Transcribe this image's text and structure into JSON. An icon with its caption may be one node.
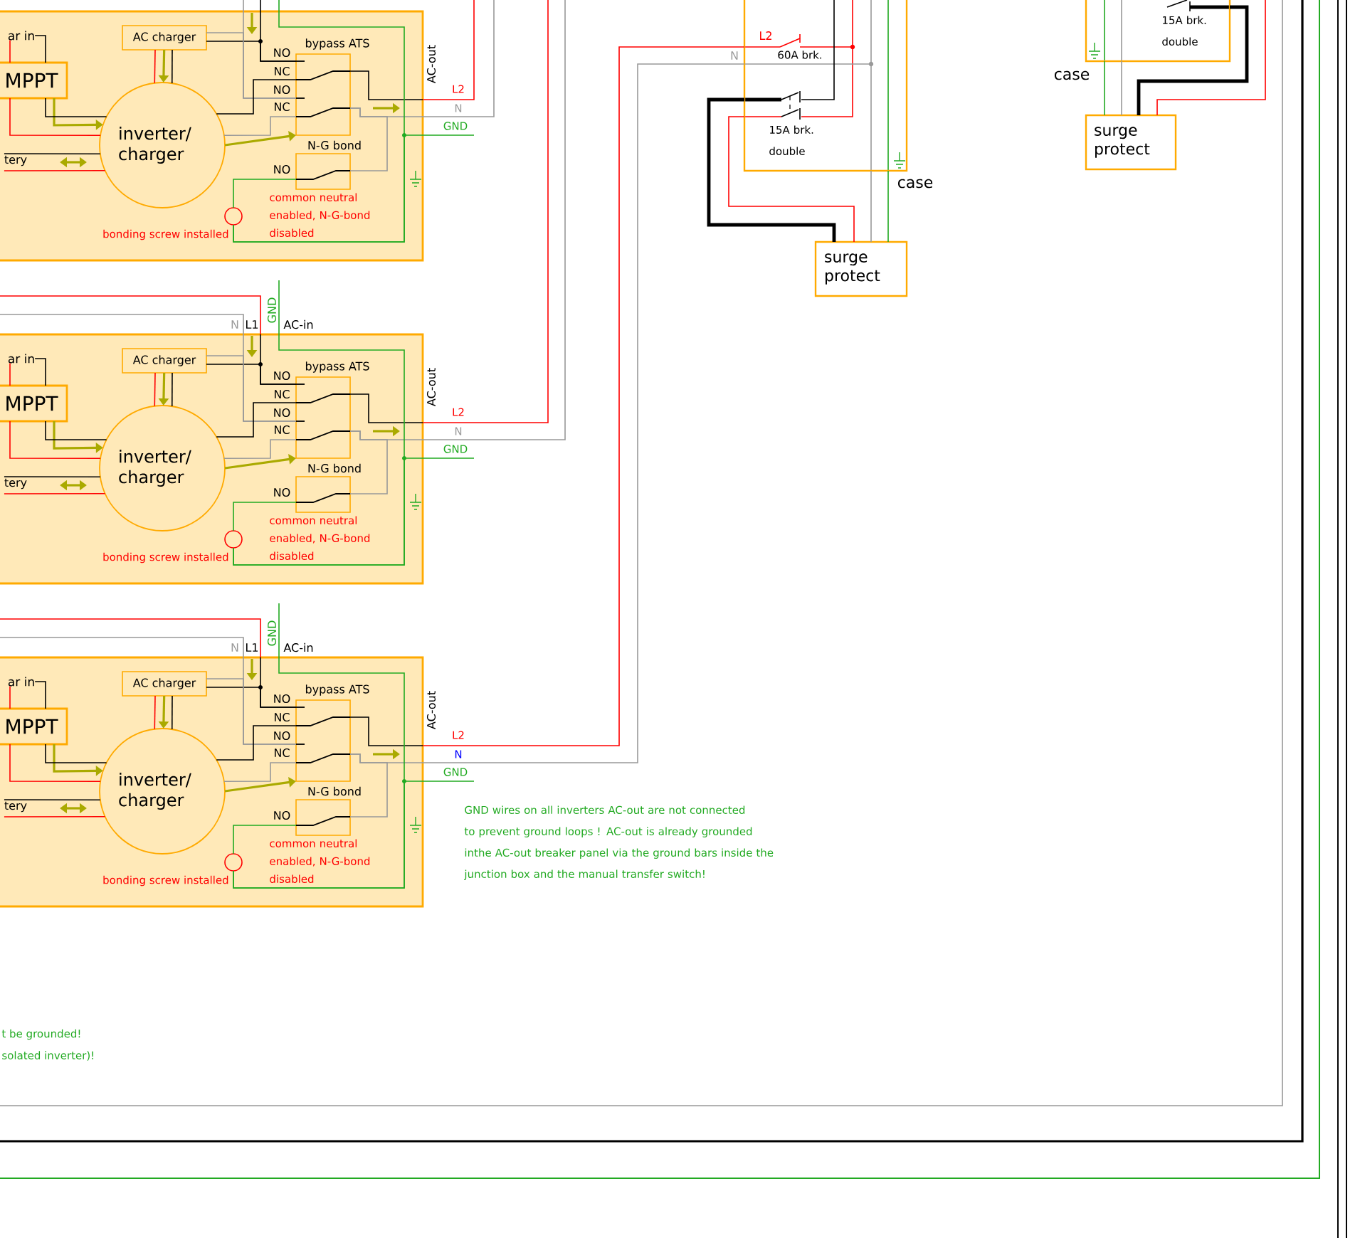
{
  "diagram": {
    "nodes": [
      {
        "text": [],
        "shape": "box"
      },
      {
        "text": [
          "ar in"
        ],
        "in": 0
      },
      {
        "text": [
          "MPPT"
        ],
        "in": 0
      },
      {
        "text": [
          "AC charger"
        ],
        "in": 0
      },
      {
        "text": [
          "inverter/ charger"
        ],
        "in": 0
      },
      {
        "text": [
          "bypass ATS"
        ],
        "in": 0
      },
      {
        "text": [
          "N-G bond"
        ],
        "in": 0
      },
      {
        "text": [],
        "shape": "circle",
        "beside": [
          "bonding screw installed"
        ],
        "in": 0
      },
      {
        "text": [],
        "shape": "box"
      },
      {
        "text": [
          "ar in"
        ],
        "in": 8
      },
      {
        "text": [
          "MPPT"
        ],
        "in": 8
      },
      {
        "text": [
          "AC charger"
        ],
        "in": 8
      },
      {
        "text": [
          "inverter/ charger"
        ],
        "in": 8
      },
      {
        "text": [
          "bypass ATS"
        ],
        "in": 8
      },
      {
        "text": [
          "N-G bond"
        ],
        "in": 8
      },
      {
        "text": [],
        "shape": "circle",
        "beside": [
          "bonding screw installed"
        ],
        "in": 8
      },
      {
        "text": [],
        "shape": "box"
      },
      {
        "text": [
          "ar in"
        ],
        "in": 16
      },
      {
        "text": [
          "MPPT"
        ],
        "in": 16
      },
      {
        "text": [
          "AC charger"
        ],
        "in": 16
      },
      {
        "text": [
          "inverter/ charger"
        ],
        "in": 16
      },
      {
        "text": [
          "bypass ATS"
        ],
        "in": 16
      },
      {
        "text": [
          "N-G bond"
        ],
        "in": 16
      },
      {
        "text": [],
        "shape": "circle",
        "beside": [
          "bonding screw installed"
        ],
        "in": 16
      },
      {
        "text": [],
        "shape": "box"
      },
      {
        "text": [
          "surge protect"
        ]
      },
      {
        "text": [],
        "shape": "box"
      },
      {
        "text": [
          "surge protect"
        ]
      },
      {
        "text": [
          "tery"
        ],
        "in": 0
      },
      {
        "text": [
          "tery"
        ],
        "in": 8
      },
      {
        "text": [
          "tery"
        ],
        "in": 16
      }
    ],
    "edges": [
      {
        "from": 2,
        "to": 4,
        "arrow": "to",
        "color": "#aaaa00"
      },
      {
        "from": 3,
        "to": 4,
        "arrow": "to",
        "color": "#aaaa00"
      },
      {
        "from": 4,
        "to": 5,
        "arrow": "to",
        "color": "#aaaa00"
      },
      {
        "from": 5,
        "to": 0,
        "arrow": "none",
        "color": "#000000"
      },
      {
        "from": 5,
        "to": 0,
        "arrow": "none",
        "color": "#999999"
      },
      {
        "from": 0,
        "to": null,
        "arrow": "none",
        "label": "L2",
        "color": "#ff0000"
      },
      {
        "from": 0,
        "to": null,
        "arrow": "none",
        "label": "N",
        "color": "#999999"
      },
      {
        "from": 7,
        "to": null,
        "arrow": "none",
        "label": "GND",
        "color": "#22aa22"
      },
      {
        "from": 5,
        "to": 6,
        "arrow": "none",
        "color": "#999999"
      },
      {
        "from": 7,
        "to": 6,
        "arrow": "none",
        "color": "#22aa22"
      },
      {
        "from": null,
        "to": 7,
        "arrow": "none",
        "color": "#22aa22"
      },
      {
        "from": null,
        "to": 0,
        "arrow": "none",
        "color": "#000000"
      },
      {
        "from": null,
        "to": 0,
        "arrow": "none",
        "color": "#999999"
      },
      {
        "from": 0,
        "to": 5,
        "arrow": "none",
        "color": "#000000"
      },
      {
        "from": 0,
        "to": 5,
        "arrow": "none",
        "color": "#999999"
      },
      {
        "from": 3,
        "to": 5,
        "arrow": "none",
        "color": "#000000"
      },
      {
        "from": 3,
        "to": 5,
        "arrow": "none",
        "color": "#999999"
      },
      {
        "from": 3,
        "to": 4,
        "arrow": "none",
        "color": "#ff0000"
      },
      {
        "from": 3,
        "to": 4,
        "arrow": "none",
        "color": "#000000"
      },
      {
        "from": 4,
        "to": 5,
        "arrow": "none",
        "color": "#000000"
      },
      {
        "from": 4,
        "to": 5,
        "arrow": "none",
        "color": "#999999"
      },
      {
        "from": 1,
        "to": 2,
        "arrow": "none",
        "color": "#000000"
      },
      {
        "from": 1,
        "to": 2,
        "arrow": "none",
        "color": "#ff0000"
      },
      {
        "from": 2,
        "to": 4,
        "arrow": "none",
        "color": "#000000"
      },
      {
        "from": 2,
        "to": 4,
        "arrow": "none",
        "color": "#ff0000"
      },
      {
        "from": 28,
        "to": 4,
        "arrow": "none",
        "color": "#000000"
      },
      {
        "from": 28,
        "to": 4,
        "arrow": "none",
        "color": "#ff0000"
      },
      {
        "from": 10,
        "to": 12,
        "arrow": "to",
        "color": "#aaaa00"
      },
      {
        "from": 11,
        "to": 12,
        "arrow": "to",
        "color": "#aaaa00"
      },
      {
        "from": 12,
        "to": 13,
        "arrow": "to",
        "color": "#aaaa00"
      },
      {
        "from": 13,
        "to": 8,
        "arrow": "none",
        "color": "#000000"
      },
      {
        "from": 13,
        "to": 8,
        "arrow": "none",
        "color": "#999999"
      },
      {
        "from": 8,
        "to": null,
        "arrow": "none",
        "label": "L2",
        "color": "#ff0000"
      },
      {
        "from": 8,
        "to": null,
        "arrow": "none",
        "label": "N",
        "color": "#999999"
      },
      {
        "from": 15,
        "to": null,
        "arrow": "none",
        "label": "GND",
        "color": "#22aa22"
      },
      {
        "from": 13,
        "to": 14,
        "arrow": "none",
        "color": "#999999"
      },
      {
        "from": 15,
        "to": 14,
        "arrow": "none",
        "color": "#22aa22"
      },
      {
        "from": null,
        "to": 15,
        "arrow": "none",
        "color": "#22aa22"
      },
      {
        "from": null,
        "to": 8,
        "arrow": "none",
        "color": "#ff0000"
      },
      {
        "from": null,
        "to": 8,
        "arrow": "none",
        "color": "#999999"
      },
      {
        "from": 8,
        "to": 13,
        "arrow": "none",
        "color": "#000000"
      },
      {
        "from": 8,
        "to": 13,
        "arrow": "none",
        "color": "#999999"
      },
      {
        "from": 11,
        "to": 13,
        "arrow": "none",
        "color": "#000000"
      },
      {
        "from": 11,
        "to": 13,
        "arrow": "none",
        "color": "#999999"
      },
      {
        "from": 11,
        "to": 12,
        "arrow": "none",
        "color": "#ff0000"
      },
      {
        "from": 11,
        "to": 12,
        "arrow": "none",
        "color": "#000000"
      },
      {
        "from": 12,
        "to": 13,
        "arrow": "none",
        "color": "#000000"
      },
      {
        "from": 12,
        "to": 13,
        "arrow": "none",
        "color": "#999999"
      },
      {
        "from": 9,
        "to": 10,
        "arrow": "none",
        "color": "#000000"
      },
      {
        "from": 9,
        "to": 10,
        "arrow": "none",
        "color": "#ff0000"
      },
      {
        "from": 10,
        "to": 12,
        "arrow": "none",
        "color": "#000000"
      },
      {
        "from": 10,
        "to": 12,
        "arrow": "none",
        "color": "#ff0000"
      },
      {
        "from": 29,
        "to": 12,
        "arrow": "none",
        "color": "#000000"
      },
      {
        "from": 29,
        "to": 12,
        "arrow": "none",
        "color": "#ff0000"
      },
      {
        "from": 18,
        "to": 20,
        "arrow": "to",
        "color": "#aaaa00"
      },
      {
        "from": 19,
        "to": 20,
        "arrow": "to",
        "color": "#aaaa00"
      },
      {
        "from": 20,
        "to": 21,
        "arrow": "to",
        "color": "#aaaa00"
      },
      {
        "from": 21,
        "to": 16,
        "arrow": "none",
        "color": "#000000"
      },
      {
        "from": 21,
        "to": 16,
        "arrow": "none",
        "color": "#999999"
      },
      {
        "from": 16,
        "to": 24,
        "arrow": "none",
        "label": "L2",
        "color": "#ff0000"
      },
      {
        "from": 16,
        "to": 24,
        "arrow": "none",
        "label": "N",
        "color": "#999999"
      },
      {
        "from": 23,
        "to": null,
        "arrow": "none",
        "label": "GND",
        "color": "#22aa22"
      },
      {
        "from": 21,
        "to": 22,
        "arrow": "none",
        "color": "#999999"
      },
      {
        "from": 23,
        "to": 22,
        "arrow": "none",
        "color": "#22aa22"
      },
      {
        "from": null,
        "to": 23,
        "arrow": "none",
        "color": "#22aa22"
      },
      {
        "from": null,
        "to": 16,
        "arrow": "none",
        "color": "#ff0000"
      },
      {
        "from": null,
        "to": 16,
        "arrow": "none",
        "color": "#999999"
      },
      {
        "from": 16,
        "to": 21,
        "arrow": "none",
        "color": "#000000"
      },
      {
        "from": 16,
        "to": 21,
        "arrow": "none",
        "color": "#999999"
      },
      {
        "from": 19,
        "to": 21,
        "arrow": "none",
        "color": "#000000"
      },
      {
        "from": 19,
        "to": 21,
        "arrow": "none",
        "color": "#999999"
      },
      {
        "from": 19,
        "to": 20,
        "arrow": "none",
        "color": "#ff0000"
      },
      {
        "from": 19,
        "to": 20,
        "arrow": "none",
        "color": "#000000"
      },
      {
        "from": 20,
        "to": 21,
        "arrow": "none",
        "color": "#000000"
      },
      {
        "from": 20,
        "to": 21,
        "arrow": "none",
        "color": "#999999"
      },
      {
        "from": 17,
        "to": 18,
        "arrow": "none",
        "color": "#000000"
      },
      {
        "from": 17,
        "to": 18,
        "arrow": "none",
        "color": "#ff0000"
      },
      {
        "from": 18,
        "to": 20,
        "arrow": "none",
        "color": "#000000"
      },
      {
        "from": 18,
        "to": 20,
        "arrow": "none",
        "color": "#ff0000"
      },
      {
        "from": 30,
        "to": 20,
        "arrow": "none",
        "color": "#000000"
      },
      {
        "from": 30,
        "to": 20,
        "arrow": "none",
        "color": "#ff0000"
      },
      {
        "from": 24,
        "to": 25,
        "arrow": "none",
        "style": "thick",
        "color": "#000000"
      },
      {
        "from": 24,
        "to": 25,
        "arrow": "none",
        "color": "#ff0000"
      },
      {
        "from": 24,
        "to": 25,
        "arrow": "none",
        "color": "#999999"
      },
      {
        "from": 24,
        "to": 25,
        "arrow": "none",
        "color": "#22aa22"
      },
      {
        "from": 26,
        "to": 27,
        "arrow": "none",
        "style": "thick",
        "color": "#000000"
      },
      {
        "from": null,
        "to": 27,
        "arrow": "none",
        "color": "#ff0000"
      },
      {
        "from": 26,
        "to": 27,
        "arrow": "none",
        "color": "#999999"
      },
      {
        "from": 26,
        "to": 27,
        "arrow": "none",
        "color": "#22aa22"
      }
    ],
    "labels": [
      "NO",
      "NC",
      "NO",
      "NC",
      "NO",
      "AC-out",
      "common neutral enabled, N-G-bond disabled",
      "N",
      "L1",
      "GND",
      "AC-in",
      "NO",
      "NC",
      "NO",
      "NC",
      "NO",
      "AC-out",
      "common neutral enabled, N-G-bond disabled",
      "N",
      "L1",
      "GND",
      "AC-in",
      "NO",
      "NC",
      "NO",
      "NC",
      "NO",
      "AC-out",
      "common neutral enabled, N-G-bond disabled",
      "L2",
      "N",
      "60A brk.",
      "15A brk. double",
      "case",
      "15A brk. double",
      "case",
      "GND wires on all inverters AC-out are not connected to prevent ground loops ! AC-out is already grounded inthe AC-out breaker panel via the ground bars inside the junction box and the manual transfer switch!",
      "t be grounded!",
      "solated inverter)!"
    ]
  }
}
